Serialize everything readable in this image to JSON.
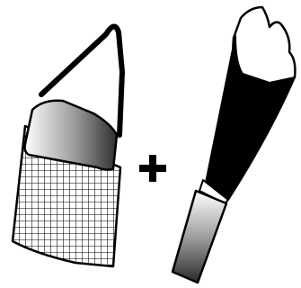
{
  "canvas": {
    "background": "#ffffff"
  },
  "items": [
    {
      "name": "mesh-bag-with-handle"
    },
    {
      "name": "plus-sign"
    },
    {
      "name": "cone-shaped-holder"
    }
  ],
  "colors": {
    "stroke": "#000000",
    "fill_dark": "#000000",
    "gradient_light": "#ffffff",
    "gradient_dark": "#2f2f2f",
    "grid_line": "#000000"
  }
}
